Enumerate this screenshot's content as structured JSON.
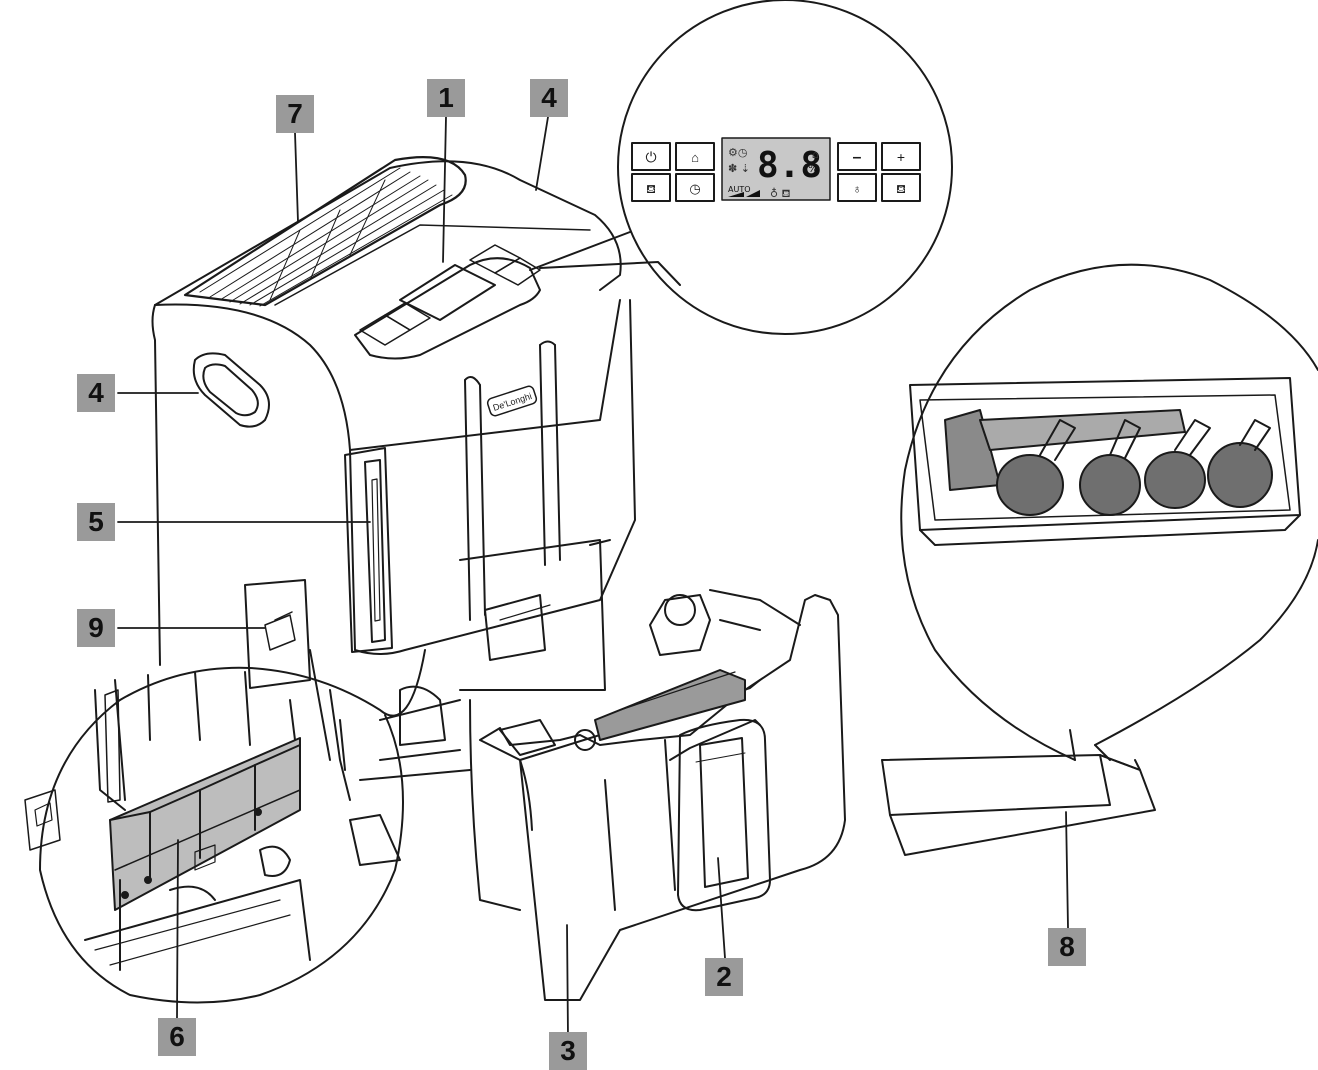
{
  "callouts": {
    "c1": "1",
    "c2": "2",
    "c3": "3",
    "c4_top": "4",
    "c4_side": "4",
    "c5": "5",
    "c6": "6",
    "c7": "7",
    "c8": "8",
    "c9": "9"
  },
  "panel": {
    "lcd_digits": "8.8",
    "lcd_auto": "AUTO",
    "lcd_unit": "%",
    "minus_label": "–",
    "plus_label": "+"
  },
  "brand_label": "De'Longhi",
  "icons": [
    "power-icon",
    "mode-icon",
    "tank-icon",
    "timer-icon",
    "minus-icon",
    "plus-icon",
    "drop-icon",
    "filter-icon"
  ],
  "colors": {
    "line": "#1a1a1a",
    "callout_bg": "#9a9a9a",
    "lcd_bg": "#c8c8c8",
    "filter_fill": "#bdbdbd",
    "wheel_fill": "#6f6f6f"
  }
}
